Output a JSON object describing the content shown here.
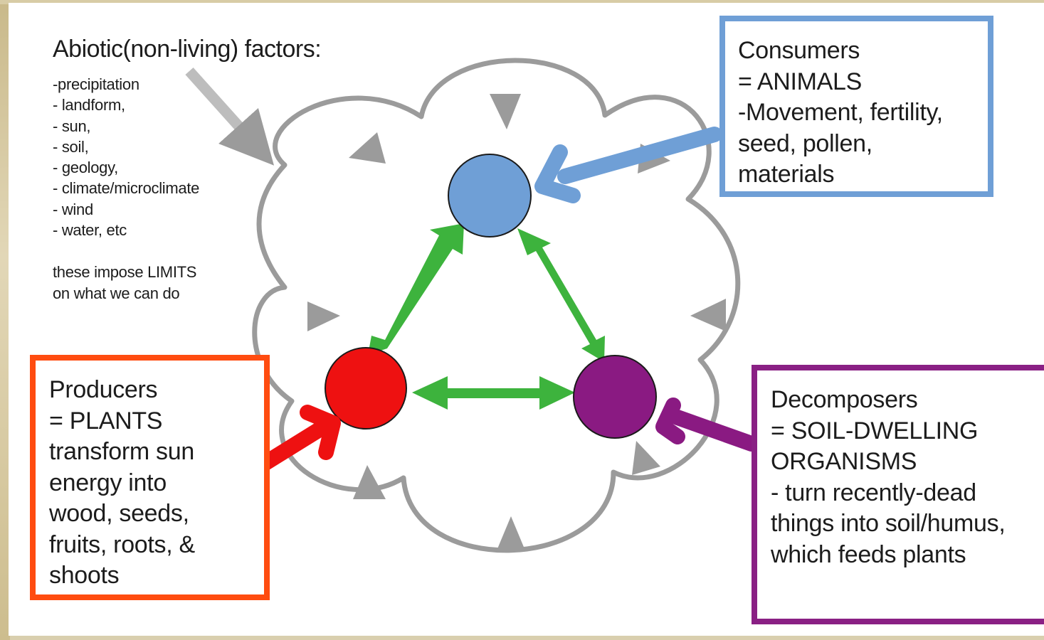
{
  "abiotic": {
    "title": "Abiotic(non-living) factors:",
    "items": "-precipitation\n- landform,\n- sun,\n- soil,\n- geology,\n- climate/microclimate\n- wind\n- water, etc",
    "note": "these impose LIMITS\non what we can do"
  },
  "consumers": {
    "text": "Consumers\n= ANIMALS\n-Movement, fertility,\nseed, pollen,\nmaterials"
  },
  "producers": {
    "text": "Producers\n= PLANTS\ntransform sun\nenergy into\nwood, seeds,\nfruits, roots, &\nshoots"
  },
  "decomposers": {
    "text": "Decomposers\n= SOIL-DWELLING\nORGANISMS\n- turn recently-dead\nthings into soil/humus,\nwhich feeds plants"
  },
  "colors": {
    "consumer": "#6f9fd6",
    "producer": "#ee1111",
    "decomposer": "#8a1a82",
    "cycle_arrows": "#3db33d",
    "abiotic_cloud": "#9b9b9b",
    "producer_box": "#ff4c10"
  }
}
